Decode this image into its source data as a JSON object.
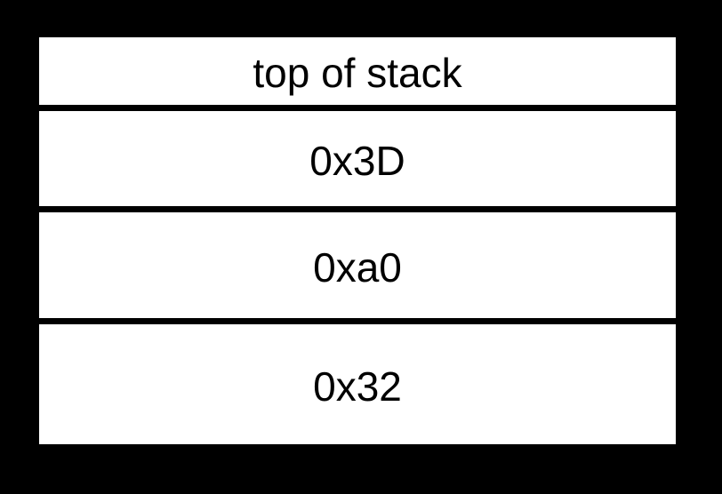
{
  "stack": {
    "rows": [
      {
        "label": "top of stack"
      },
      {
        "label": "0x3D"
      },
      {
        "label": "0xa0"
      },
      {
        "label": "0x32"
      }
    ],
    "colors": {
      "background": "#000000",
      "cell": "#ffffff",
      "separator": "#000000",
      "text": "#000000"
    }
  }
}
